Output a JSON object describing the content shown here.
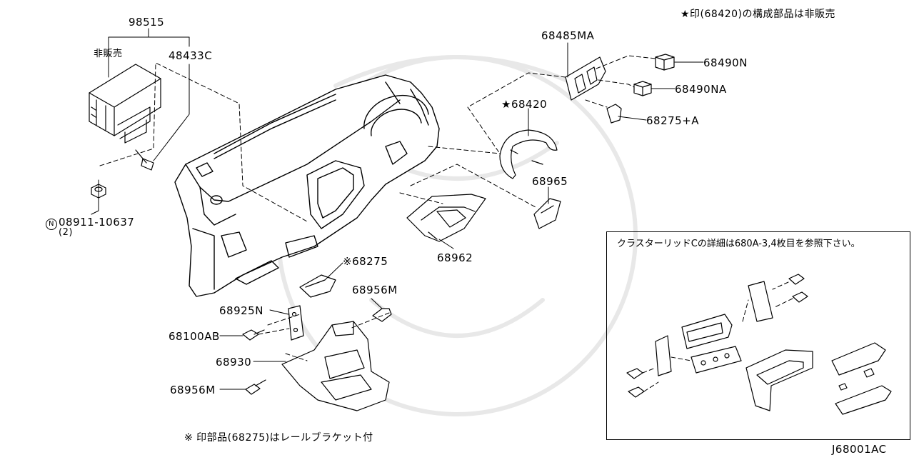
{
  "header_note": "★印(68420)の構成部品は非販売",
  "footer_note": "※ 印部品(68275)はレールブラケット付",
  "diagram_code": "J68001AC",
  "inset": {
    "title": "クラスターリッドCの詳細は680A-3,4枚目を参照下さい。"
  },
  "parts": {
    "p98515": "98515",
    "not_for_sale": "非販売",
    "p48433c": "48433C",
    "p08911": "08911-10637",
    "p08911_qty": "(2)",
    "p08911_symbol": "N",
    "p68485ma": "68485MA",
    "p68490n": "68490N",
    "p68490na": "68490NA",
    "p68420": "★68420",
    "p68275a": "68275+A",
    "p68965": "68965",
    "p68962": "68962",
    "p68275": "※68275",
    "p68956m_top": "68956M",
    "p68925n": "68925N",
    "p68100ab": "68100AB",
    "p68930": "68930",
    "p68956m_bottom": "68956M"
  }
}
